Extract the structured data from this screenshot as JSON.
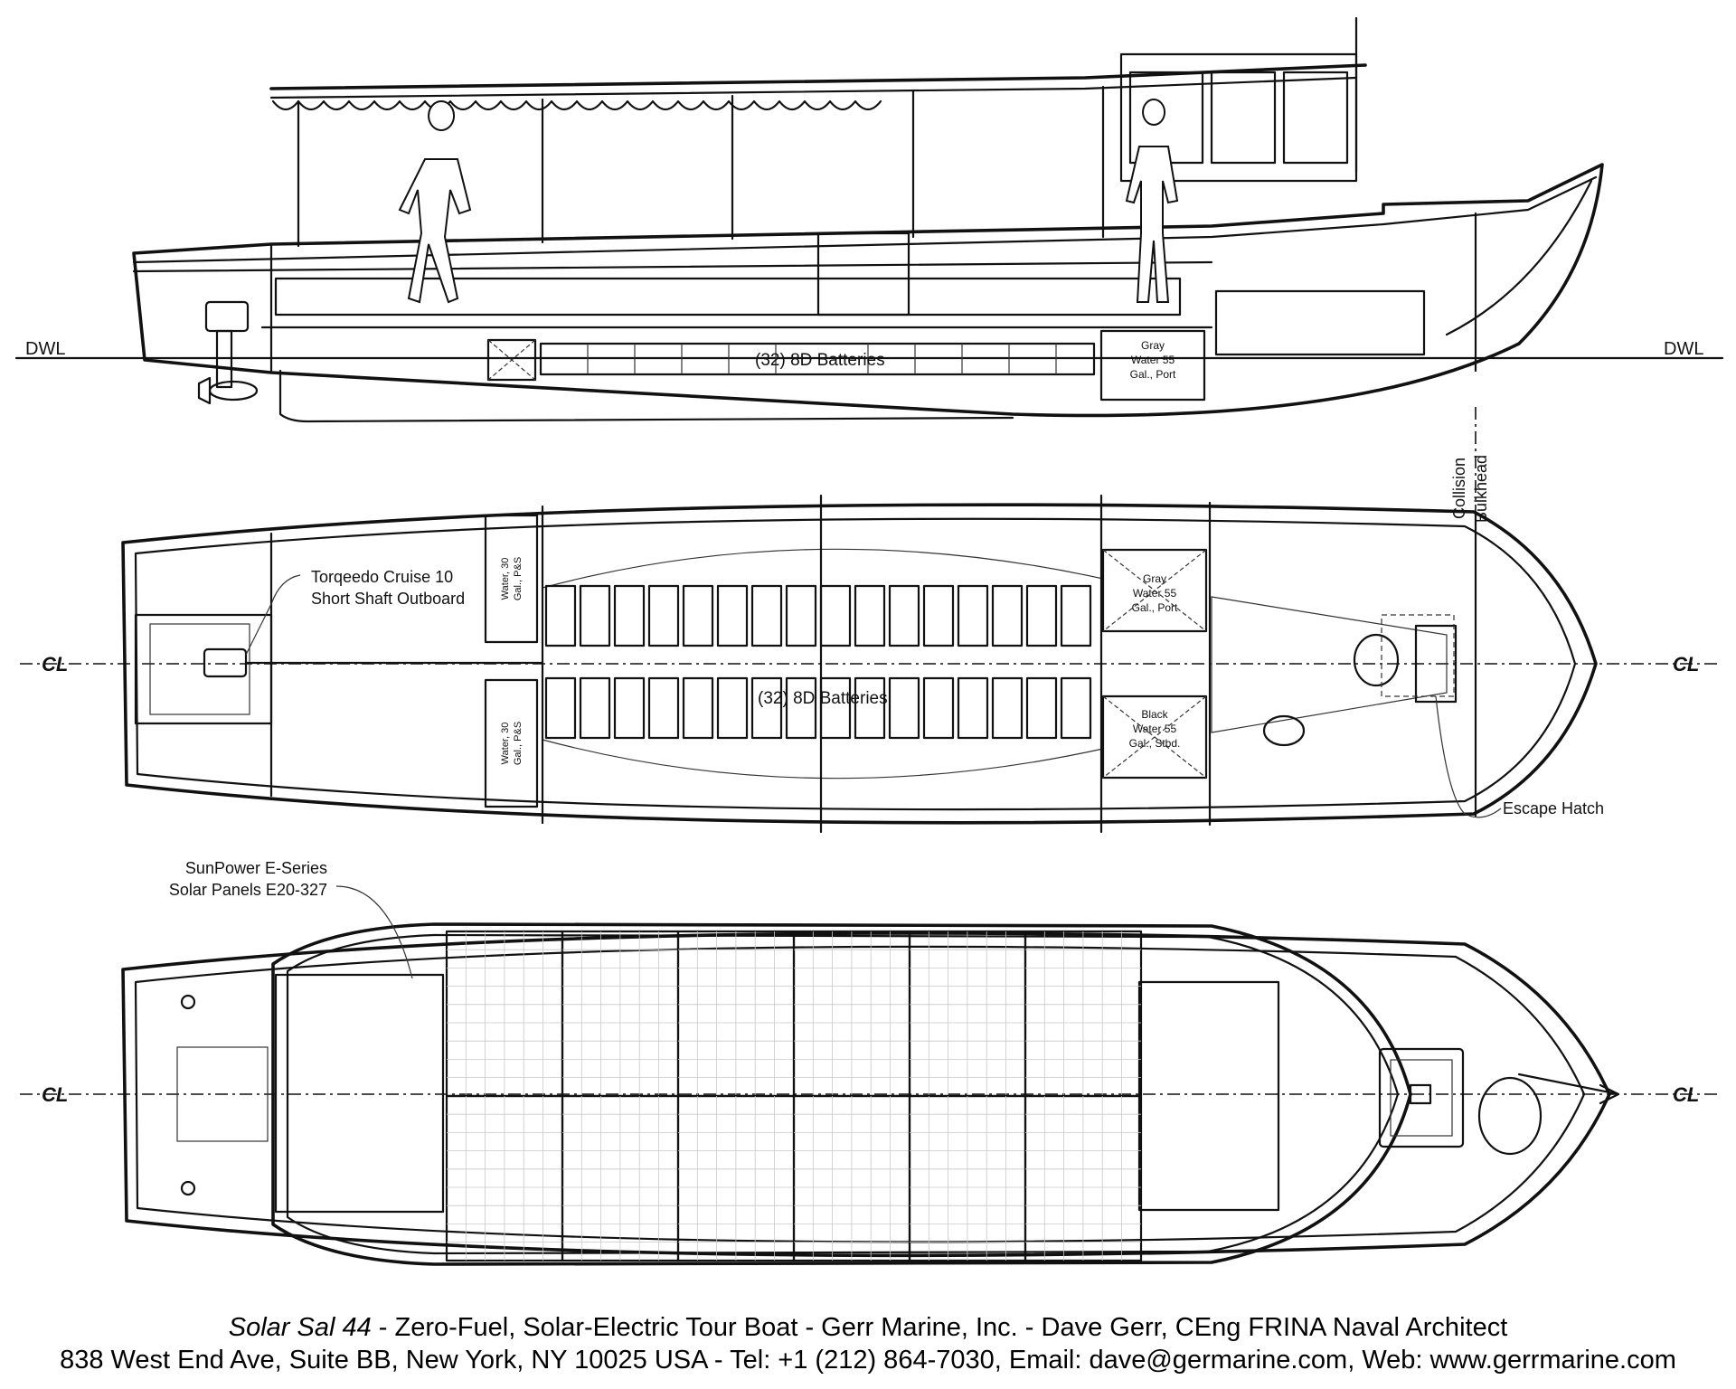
{
  "profile": {
    "dwl_left": "DWL",
    "dwl_right": "DWL",
    "batteries_label": "(32) 8D Batteries",
    "gray_water_label": [
      "Gray",
      "Water 55",
      "Gal., Port"
    ]
  },
  "plan": {
    "centerline_label": "CL",
    "outboard_label": [
      "Torqeedo Cruise 10",
      "Short Shaft Outboard"
    ],
    "water_tank_label": [
      "Water, 30",
      "Gal., P&S"
    ],
    "batteries_label": "(32) 8D Batteries",
    "gray_water_label": [
      "Gray",
      "Water 55",
      "Gal., Port"
    ],
    "black_water_label": [
      "Black",
      "Water 55",
      "Gal., Stbd."
    ],
    "collision_bulkhead_label": [
      "Collision",
      "Bulkhead"
    ],
    "escape_hatch_label": "Escape Hatch"
  },
  "deck": {
    "centerline_label": "CL",
    "solar_label": [
      "SunPower E-Series",
      "Solar Panels E20-327"
    ]
  },
  "title_block": {
    "boat_name": "Solar Sal 44",
    "line1_rest": " - Zero-Fuel, Solar-Electric Tour Boat - Gerr Marine, Inc. - Dave Gerr, CEng FRINA Naval Architect",
    "line2": "838 West End Ave, Suite BB, New York, NY 10025 USA - Tel: +1 (212) 864-7030, Email: dave@germarine.com, Web: www.gerrmarine.com"
  }
}
